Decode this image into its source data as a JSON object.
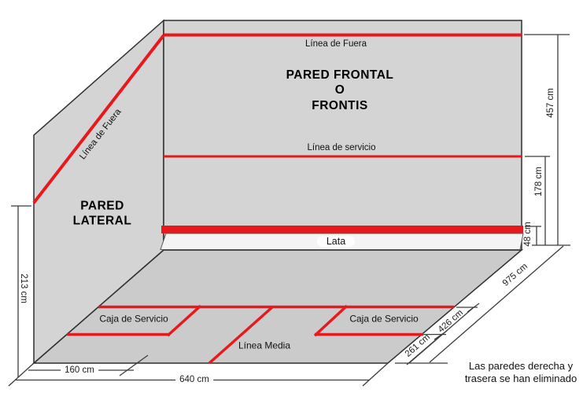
{
  "diagram": {
    "front_wall": {
      "title_line1": "PARED FRONTAL",
      "title_line2": "O",
      "title_line3": "FRONTIS",
      "out_line_label": "Línea de Fuera",
      "service_line_label": "Línea de servicio",
      "lata_label": "Lata"
    },
    "side_wall": {
      "title_line1": "PARED",
      "title_line2": "LATERAL",
      "out_line_label": "Línea de Fuera"
    },
    "floor": {
      "service_box_left_label": "Caja de Servicio",
      "service_box_right_label": "Caja de Servicio",
      "middle_line_label": "Línea Media"
    },
    "dimensions": {
      "front_wall_out_line_height": "457 cm",
      "service_line_height": "178 cm",
      "lata_height": "48 cm",
      "side_wall_rear_height": "213 cm",
      "floor_front_left_segment": "160 cm",
      "floor_front_width": "640 cm",
      "floor_right_near": "261 cm",
      "floor_right_mid": "426 cm",
      "court_length": "975 cm"
    },
    "note_line1": "Las paredes derecha y",
    "note_line2": "trasera se han eliminado",
    "colors": {
      "line_red": "#e8191c",
      "wall_gray": "#d4d4d4",
      "floor_gray": "#cbcbcb",
      "lata_white": "#f4f4f4",
      "outline": "#2f2f2f",
      "dim_line": "#3c3c3c"
    }
  }
}
